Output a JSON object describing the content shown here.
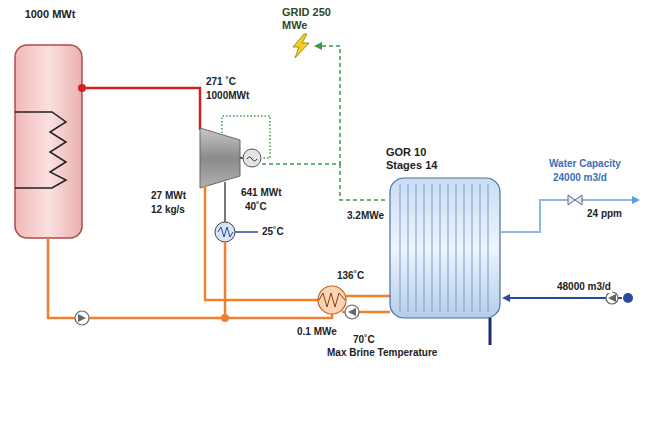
{
  "diagram": {
    "nodes": [
      {
        "text": [
          "1000 MWt"
        ]
      },
      {
        "text": [
          "GRID 250 MWe"
        ]
      },
      {
        "text": [
          "GOR 10 Stages 14"
        ]
      }
    ],
    "labels": [
      "271 ˚C",
      "1000MWt",
      "27 MWt",
      "12 kg/s",
      "641 MWt",
      "40˚C",
      "25˚C",
      "136˚C",
      "3.2MWe",
      "0.1 MWe",
      "70˚C",
      "Max Brine Temperature",
      "Water Capacity",
      "24000 m3/d",
      "24 ppm",
      "48000 m3/d"
    ]
  }
}
